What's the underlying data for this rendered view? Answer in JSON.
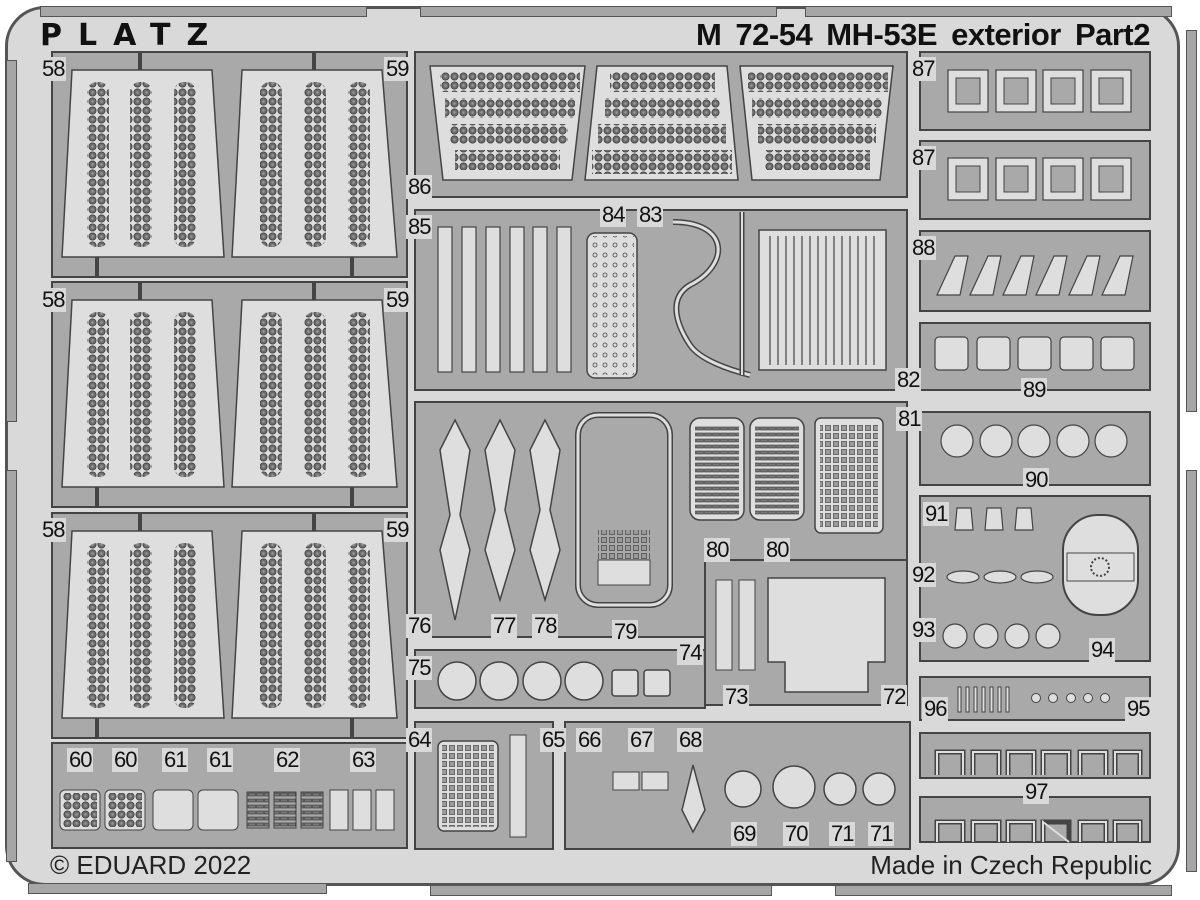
{
  "sheet": {
    "brand": "PLATZ",
    "title": "M 72-54  MH-53E exterior   Part2",
    "copyright": "© EDUARD 2022",
    "origin": "Made in Czech Republic",
    "colors": {
      "background": "#d9d9d9",
      "fret": "#a9a9a9",
      "part": "#dedede",
      "outline": "#444444",
      "perforation": "#707070"
    }
  },
  "labels": {
    "l58a": "58",
    "l59a": "59",
    "l58b": "58",
    "l59b": "59",
    "l58c": "58",
    "l59c": "59",
    "l60a": "60",
    "l60b": "60",
    "l61a": "61",
    "l61b": "61",
    "l62": "62",
    "l63": "63",
    "l64": "64",
    "l65": "65",
    "l66": "66",
    "l67": "67",
    "l68": "68",
    "l69": "69",
    "l70": "70",
    "l71a": "71",
    "l71b": "71",
    "l72": "72",
    "l73": "73",
    "l74": "74",
    "l75": "75",
    "l76": "76",
    "l77": "77",
    "l78": "78",
    "l79": "79",
    "l80a": "80",
    "l80b": "80",
    "l81": "81",
    "l82": "82",
    "l83": "83",
    "l84": "84",
    "l85": "85",
    "l86": "86",
    "l87a": "87",
    "l87b": "87",
    "l88": "88",
    "l89": "89",
    "l90": "90",
    "l91": "91",
    "l92": "92",
    "l93": "93",
    "l94": "94",
    "l95": "95",
    "l96": "96",
    "l97": "97"
  },
  "parts": [
    {
      "id": "58",
      "count": 3,
      "shape": "perforated tapered panel, 3 vertical hole columns"
    },
    {
      "id": "59",
      "count": 3,
      "shape": "perforated tapered panel, 3 vertical hole columns"
    },
    {
      "id": "60",
      "count": 2,
      "shape": "perforated square grille"
    },
    {
      "id": "61",
      "count": 2,
      "shape": "plain square plate with rivets"
    },
    {
      "id": "62",
      "count": 3,
      "shape": "slotted grille"
    },
    {
      "id": "63",
      "count": 3,
      "shape": "perforated strip"
    },
    {
      "id": "64",
      "count": 1,
      "shape": "perforated rectangular grille"
    },
    {
      "id": "65",
      "count": 1,
      "shape": "riveted strip"
    },
    {
      "id": "66",
      "count": 1,
      "shape": "hooks"
    },
    {
      "id": "67",
      "count": 2,
      "shape": "handles"
    },
    {
      "id": "68",
      "count": 1,
      "shape": "hinged diamond plate"
    },
    {
      "id": "69",
      "count": 1,
      "shape": "ring"
    },
    {
      "id": "70",
      "count": 1,
      "shape": "double ring"
    },
    {
      "id": "71",
      "count": 2,
      "shape": "tabbed ring"
    },
    {
      "id": "72",
      "count": 1,
      "shape": "riveted stepped panel"
    },
    {
      "id": "73",
      "count": 2,
      "shape": "latch strips"
    },
    {
      "id": "74",
      "count": 1,
      "shape": "fret label"
    },
    {
      "id": "75",
      "count": 6,
      "shape": "discs and plates"
    },
    {
      "id": "76",
      "count": 1,
      "shape": "hinge chain"
    },
    {
      "id": "77",
      "count": 1,
      "shape": "hinge chain"
    },
    {
      "id": "78",
      "count": 1,
      "shape": "hinge chain"
    },
    {
      "id": "79",
      "count": 1,
      "shape": "rounded frame with mesh"
    },
    {
      "id": "80",
      "count": 2,
      "shape": "louvered panels"
    },
    {
      "id": "81",
      "count": 1,
      "shape": "perforated grille"
    },
    {
      "id": "82",
      "count": 1,
      "shape": "ribbed riveted panel"
    },
    {
      "id": "83",
      "count": 1,
      "shape": "bent pipe"
    },
    {
      "id": "84",
      "count": 1,
      "shape": "riveted strip plate"
    },
    {
      "id": "85",
      "count": 6,
      "shape": "long thin strips"
    },
    {
      "id": "86",
      "count": 3,
      "shape": "perforated trapezoid panels, horizontal rows"
    },
    {
      "id": "87",
      "count": 8,
      "shape": "square frames with rivets"
    },
    {
      "id": "88",
      "count": 6,
      "shape": "slanted blades"
    },
    {
      "id": "89",
      "count": 5,
      "shape": "square plates"
    },
    {
      "id": "90",
      "count": 5,
      "shape": "round flanges"
    },
    {
      "id": "91",
      "count": 3,
      "shape": "trapezoid tabs"
    },
    {
      "id": "92",
      "count": 3,
      "shape": "oval grilles"
    },
    {
      "id": "93",
      "count": 4,
      "shape": "round lights"
    },
    {
      "id": "94",
      "count": 1,
      "shape": "capsule with light ring"
    },
    {
      "id": "95",
      "count": 5,
      "shape": "small rings"
    },
    {
      "id": "96",
      "count": 7,
      "shape": "thin pins"
    },
    {
      "id": "97",
      "count": 12,
      "shape": "staple brackets"
    }
  ]
}
